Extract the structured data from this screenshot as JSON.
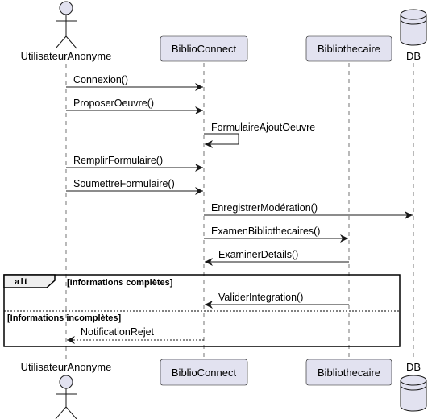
{
  "participants": {
    "user": "UtilisateurAnonyme",
    "biblio": "BiblioConnect",
    "librarian": "Bibliothecaire",
    "db": "DB"
  },
  "messages": {
    "m1": "Connexion()",
    "m2": "ProposerOeuvre()",
    "m3": "FormulaireAjoutOeuvre",
    "m4": "RemplirFormulaire()",
    "m5": "SoumettreFormulaire()",
    "m6": "EnregistrerModération()",
    "m7": "ExamenBibliothecaires()",
    "m8": "ExaminerDetails()",
    "m9": "ValiderIntegration()",
    "m10": "NotificationRejet"
  },
  "fragment": {
    "operator": "alt",
    "guard1": "[Informations complètes]",
    "guard2": "[Informations incomplètes]"
  },
  "colors": {
    "participant_fill": "#e2e2f0",
    "participant_stroke": "#181818",
    "lifeline": "#181818"
  }
}
